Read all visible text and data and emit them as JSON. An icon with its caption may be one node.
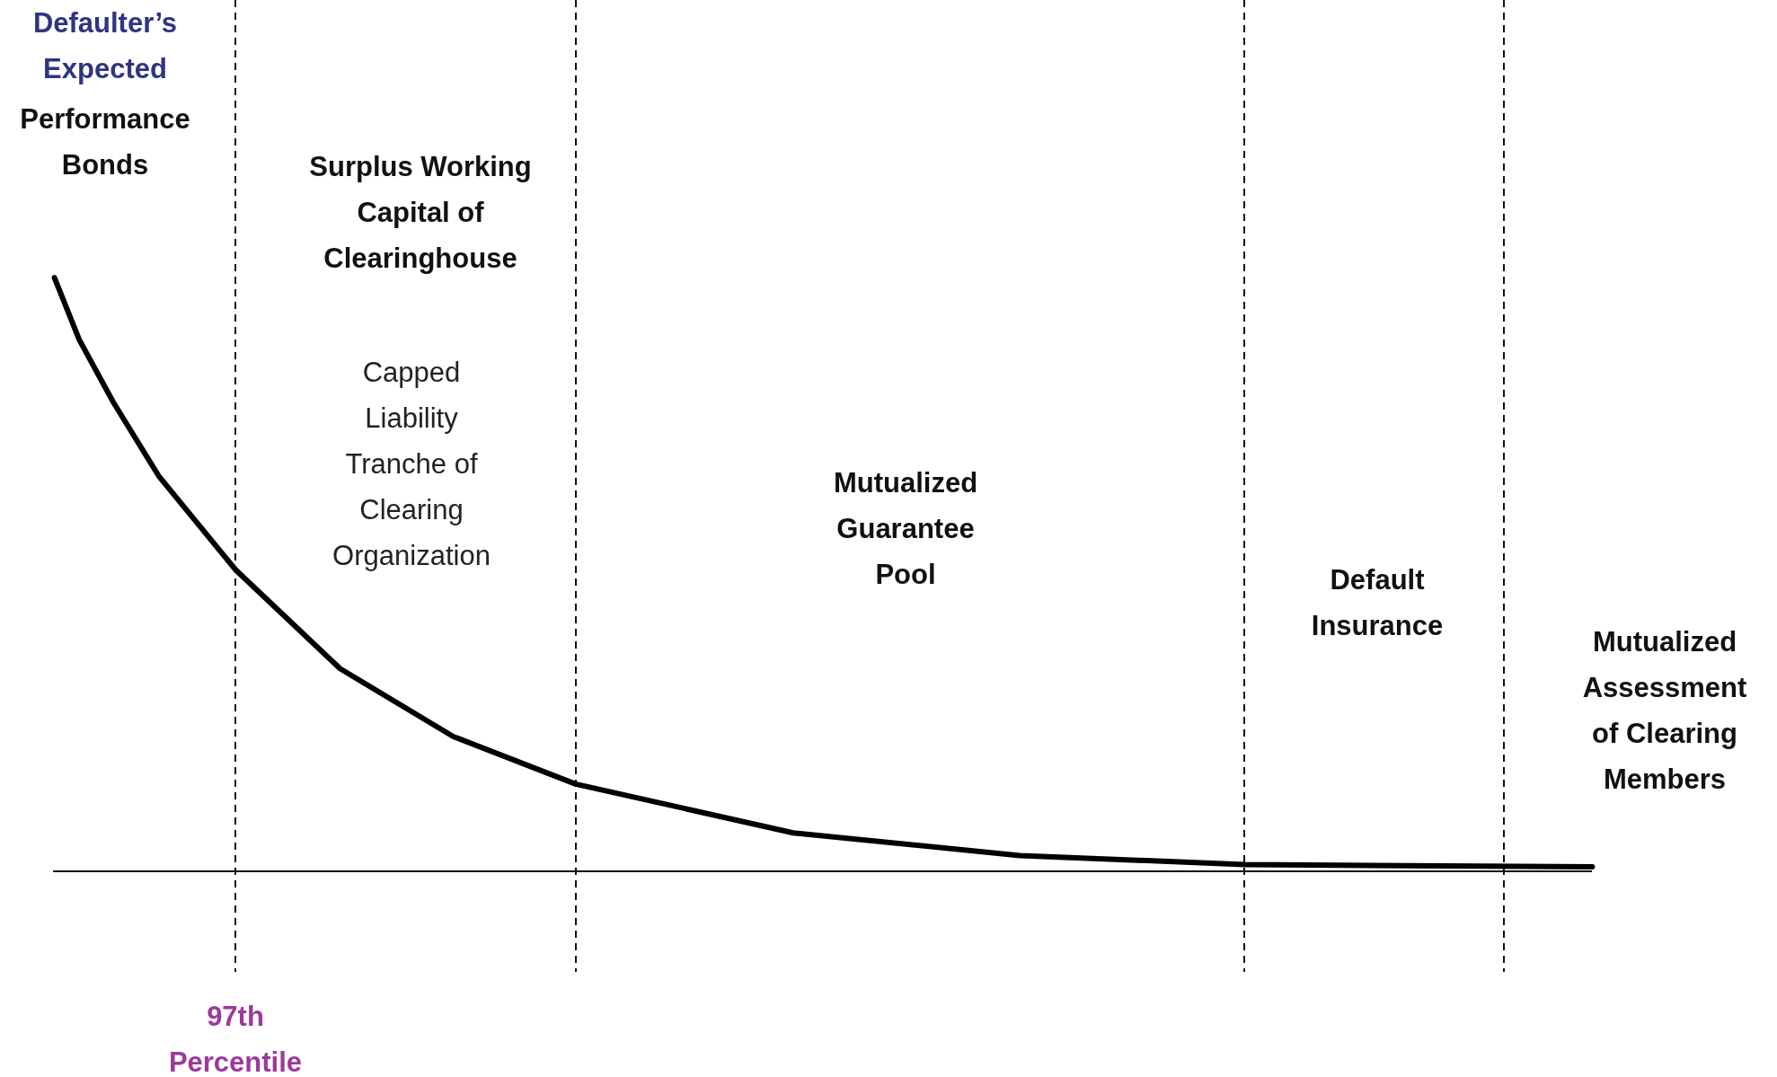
{
  "diagram": {
    "labels": [
      "Defaulter’s Expected",
      "Performance Bonds",
      "Surplus Working Capital of Clearinghouse",
      "Capped Liability Tranche of Clearing Organization",
      "Mutualized Guarantee Pool",
      "Default Insurance",
      "Mutualized Assessment of Clearing Members",
      "97th Percentile"
    ]
  }
}
